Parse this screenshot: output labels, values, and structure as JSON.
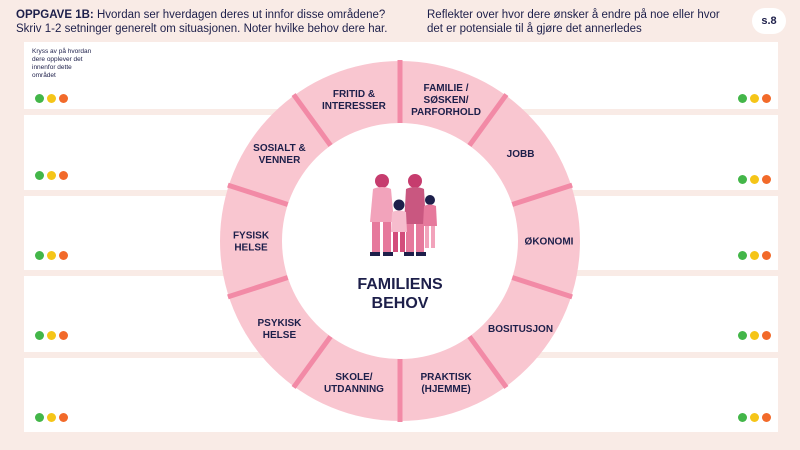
{
  "header": {
    "task_label": "OPPGAVE 1B:",
    "task_line1": "Hvordan ser hverdagen deres ut innfor disse områdene?",
    "task_line2": "Skriv 1-2 setninger generelt om situasjonen. Noter hvilke behov dere har.",
    "reflect_line1": "Reflekter over hvor dere ønsker å endre på noe eller hvor",
    "reflect_line2": "det er potensiale til å gjøre det annerledes",
    "page": "s.8"
  },
  "box_note": [
    "Kryss av på hvordan",
    "dere opplever det",
    "innenfor dette",
    "området"
  ],
  "rating_colors": {
    "green": "#43b649",
    "yellow": "#f5c518",
    "orange": "#f26a2a"
  },
  "wheel": {
    "center_title": [
      "FAMILIENS",
      "BEHOV"
    ],
    "segments": [
      {
        "lines": [
          "FAMILIE /",
          "SØSKEN/",
          "PARFORHOLD"
        ]
      },
      {
        "lines": [
          "JOBB"
        ]
      },
      {
        "lines": [
          "ØKONOMI"
        ]
      },
      {
        "lines": [
          "BOSITUSJON"
        ]
      },
      {
        "lines": [
          "PRAKTISK",
          "(HJEMME)"
        ]
      },
      {
        "lines": [
          "SKOLE/",
          "UTDANNING"
        ]
      },
      {
        "lines": [
          "PSYKISK",
          "HELSE"
        ]
      },
      {
        "lines": [
          "FYSISK",
          "HELSE"
        ]
      },
      {
        "lines": [
          "SOSIALT &",
          "VENNER"
        ]
      },
      {
        "lines": [
          "FRITID &",
          "INTERESSER"
        ]
      }
    ],
    "ring_color": "#f9c6d0",
    "divider_color": "#f28aa6",
    "illustration": "family-illustration"
  }
}
